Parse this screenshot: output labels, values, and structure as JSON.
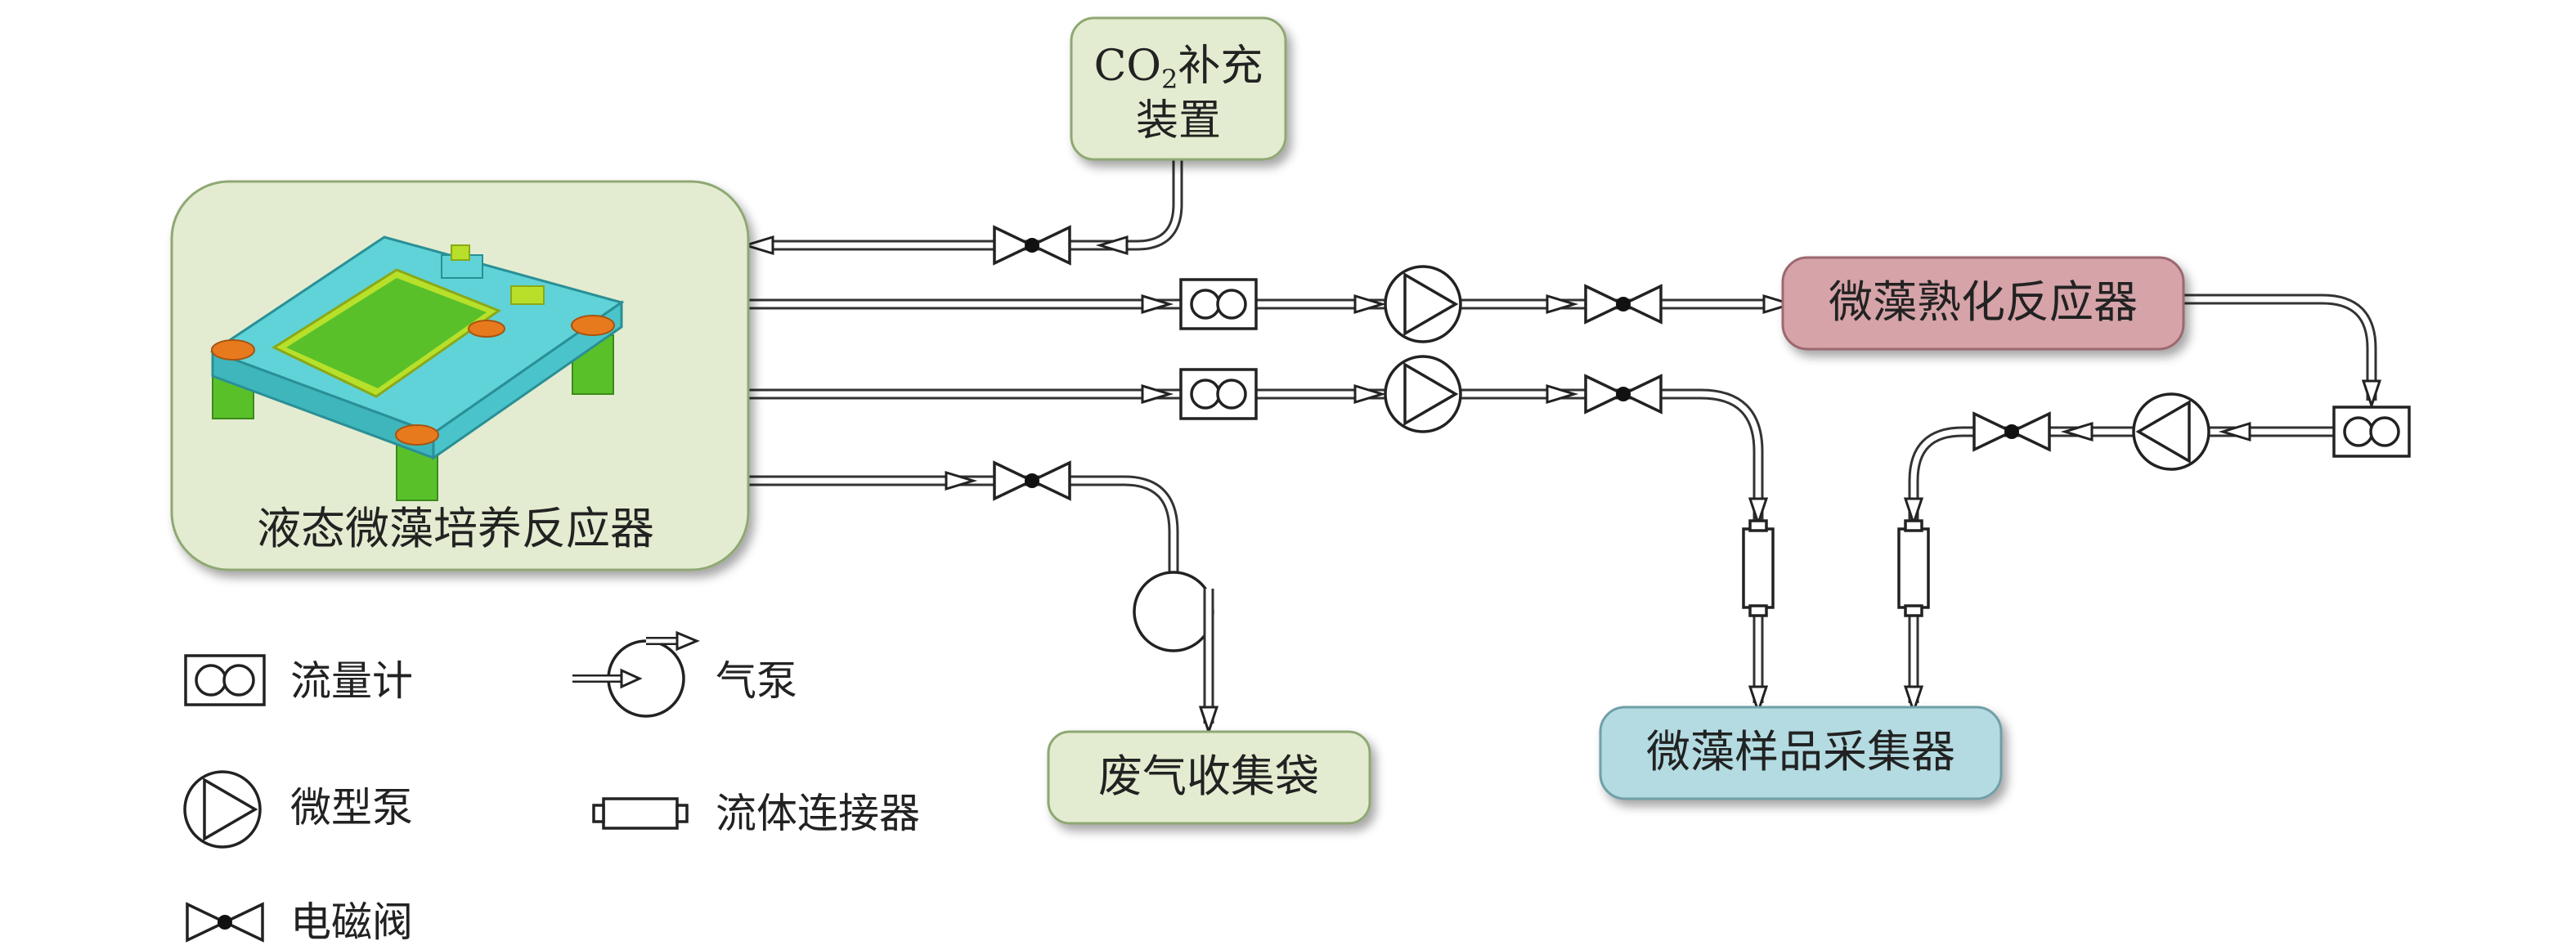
{
  "colors": {
    "green_box": "#e3ecd0",
    "green_border": "#8fa873",
    "red_box": "#d5a3a8",
    "red_border": "#9c6870",
    "blue_box": "#b3dbe1",
    "blue_border": "#6f9fa8",
    "reactor_cyan": "#5fd3d8",
    "reactor_green": "#59c02a",
    "reactor_orange": "#e87a1e"
  },
  "boxes": {
    "co2_line1_prefix": "CO",
    "co2_line1_sub": "2",
    "co2_line1_suffix": "补充",
    "co2_line2": "装置",
    "liquid_reactor": "液态微藻培养反应器",
    "maturation_reactor": "微藻熟化反应器",
    "sample_collector": "微藻样品采集器",
    "waste_gas_bag": "废气收集袋"
  },
  "legend": {
    "flowmeter": "流量计",
    "air_pump": "气泵",
    "micro_pump": "微型泵",
    "fluid_connector": "流体连接器",
    "solenoid_valve": "电磁阀"
  }
}
